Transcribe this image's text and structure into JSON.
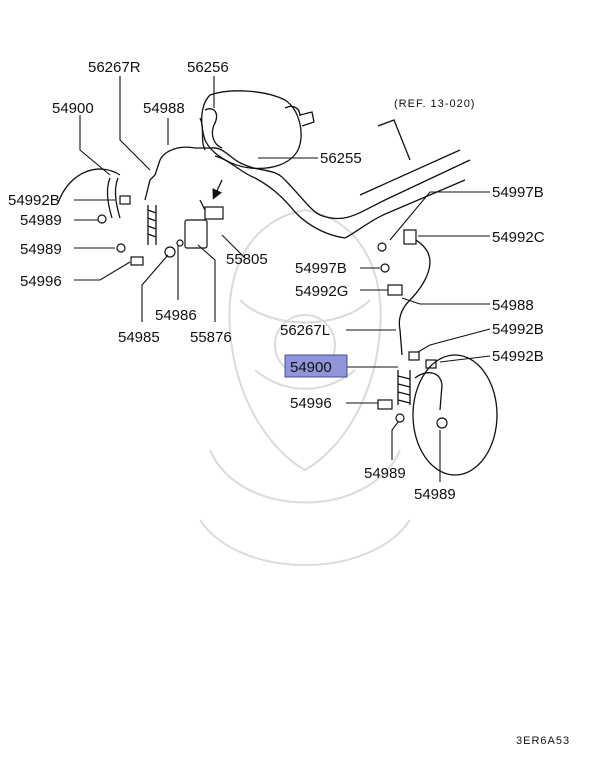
{
  "diagram": {
    "labels": {
      "p56267R": "56267R",
      "p56256": "56256",
      "p54900_top": "54900",
      "p54988_top": "54988",
      "p56255": "56255",
      "p54992B_left": "54992B",
      "p54989_left1": "54989",
      "p54989_left2": "54989",
      "p54996_left": "54996",
      "p55805": "55805",
      "p54997B_right": "54997B",
      "p54992C": "54992C",
      "p54997B_mid": "54997B",
      "p54992G": "54992G",
      "p54988_right": "54988",
      "p56267L": "56267L",
      "p54992B_right1": "54992B",
      "p54900_highlight": "54900",
      "p54992B_right2": "54992B",
      "p54996_right": "54996",
      "p54985": "54985",
      "p54986": "54986",
      "p55876": "55876",
      "p54989_bottom1": "54989",
      "p54989_bottom2": "54989"
    },
    "ref_note": "(REF. 13-020)",
    "code": "3ER6A53",
    "highlight_color": "#8f95d8"
  }
}
